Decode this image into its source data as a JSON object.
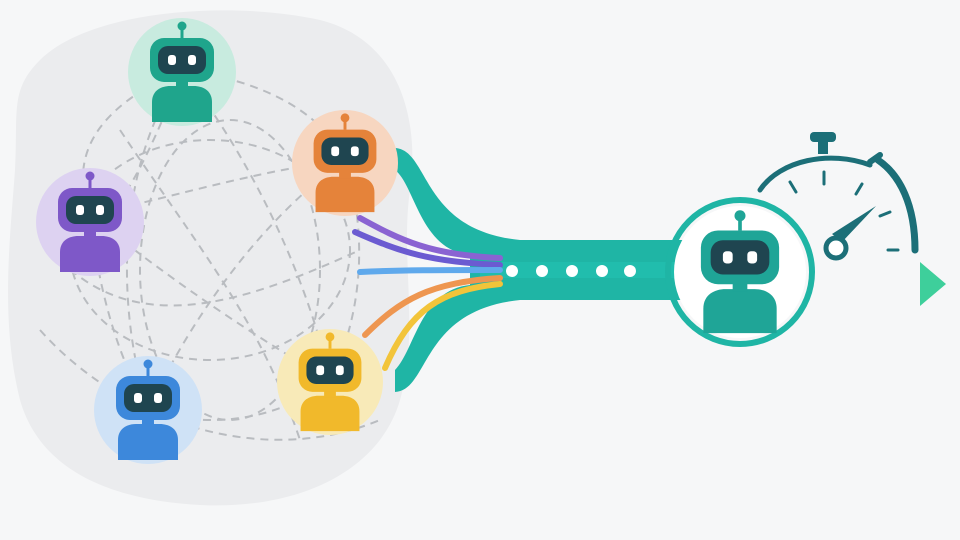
{
  "colors": {
    "background": "#f6f7f8",
    "cluster_blob": "#ebecee",
    "dashed_link": "#b9bcc0",
    "teal_stream": "#1fb5a5",
    "stream_light": "#a9e6de",
    "face_dark": "#1f4550",
    "stopwatch": "#1c6f78",
    "arrow_gradient": [
      "#c9f0e0",
      "#3ecf9b"
    ]
  },
  "agents": [
    {
      "id": "green",
      "body": "#1fa58c",
      "halo": "#c8ebdf"
    },
    {
      "id": "orange",
      "body": "#e5833a",
      "halo": "#f7d6c0"
    },
    {
      "id": "purple",
      "body": "#7e58c8",
      "halo": "#ddd2f1"
    },
    {
      "id": "blue",
      "body": "#3d88db",
      "halo": "#cfe2f6"
    },
    {
      "id": "yellow",
      "body": "#f1b92b",
      "halo": "#f8eab8"
    }
  ],
  "merged_agent": {
    "body": "#1fa597",
    "halo": "#ffffff",
    "ring": "#1fb5a5"
  },
  "stream_colors": [
    "#8a63d2",
    "#6b5bd1",
    "#5fa9ec",
    "#ee9650",
    "#f2c43a"
  ],
  "pipeline_dots": 5,
  "icons": [
    "robot-icon",
    "stopwatch-icon",
    "speed-arrow-icon"
  ]
}
